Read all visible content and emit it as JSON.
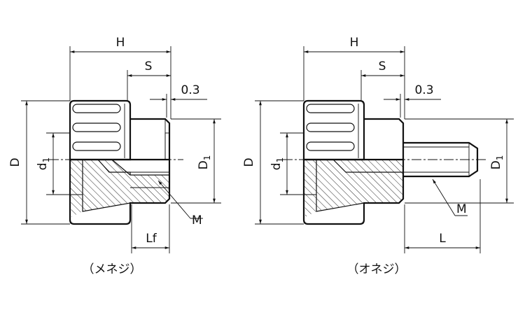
{
  "left_view": {
    "dims": {
      "H": "H",
      "S": "S",
      "gap": "0.3",
      "D": "D",
      "d1": "d",
      "d1_sub": "1",
      "D1": "D",
      "D1_sub": "1",
      "M": "M",
      "Lf": "Lf"
    },
    "caption": "（メネジ）"
  },
  "right_view": {
    "dims": {
      "H": "H",
      "S": "S",
      "gap": "0.3",
      "D": "D",
      "d1": "d",
      "d1_sub": "1",
      "D1": "D",
      "D1_sub": "1",
      "M": "M",
      "L": "L"
    },
    "caption": "（オネジ）"
  },
  "colors": {
    "line": "#111111",
    "background": "#ffffff"
  }
}
